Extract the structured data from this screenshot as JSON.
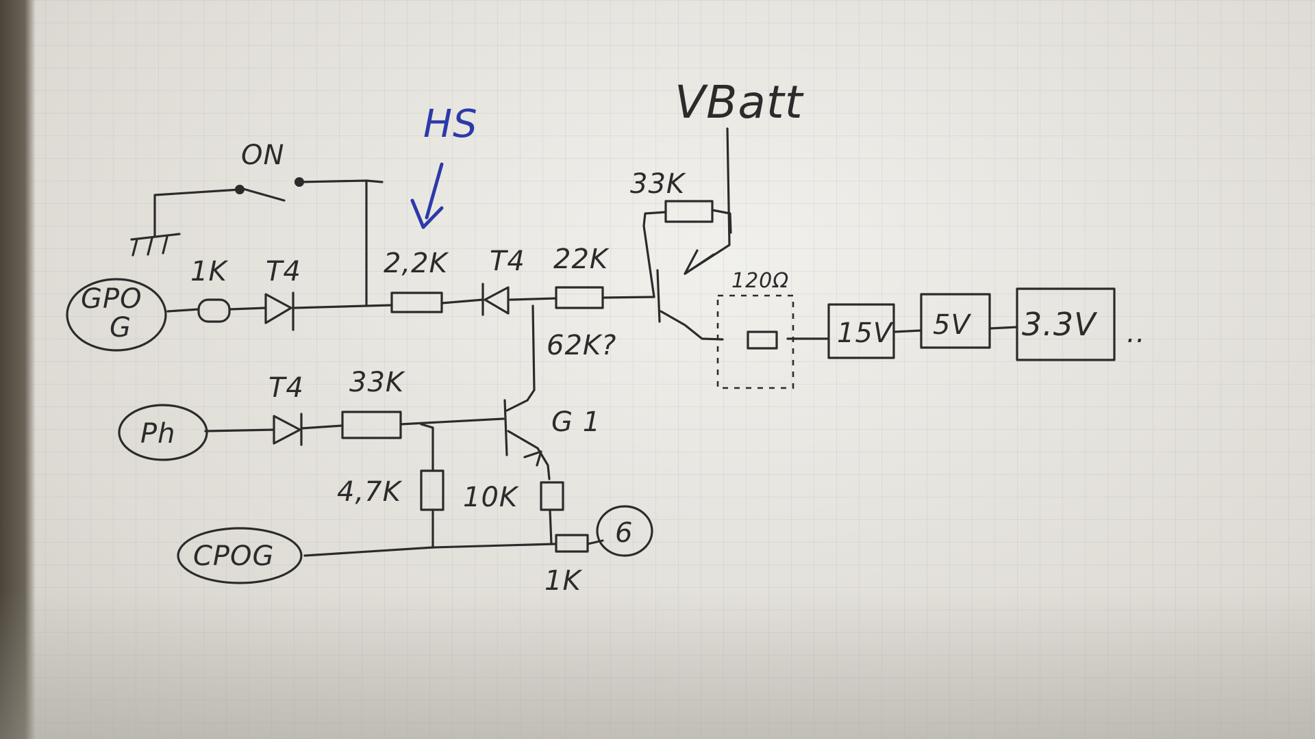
{
  "labels": {
    "on": "ON",
    "hs": "HS",
    "vbatt": "VBatt",
    "r_1k_top": "1K",
    "diode_1": "T4",
    "r_2_2k": "2,2K",
    "diode_2": "T4",
    "r_22k": "22K",
    "r_33k_top": "33K",
    "r_120": "120Ω",
    "r_62k": "62K?",
    "transistor": "G 1",
    "diode_3": "T4",
    "r_33k_mid": "33K",
    "r_4_7k": "4,7K",
    "r_10k": "10K",
    "r_1k_bottom": "1K",
    "node_gpio_l1": "GPO",
    "node_gpio_l2": "G",
    "node_ph": "Ph",
    "node_cpog": "CPOG",
    "node_six": "6",
    "box_15v": "15V",
    "box_5v": "5V",
    "box_3v3": "3.3V",
    "ellipsis": ".."
  },
  "colors": {
    "ink": "#2b2b2b",
    "blue_ink": "#2c3aa8",
    "paper": "#e7e5df"
  }
}
